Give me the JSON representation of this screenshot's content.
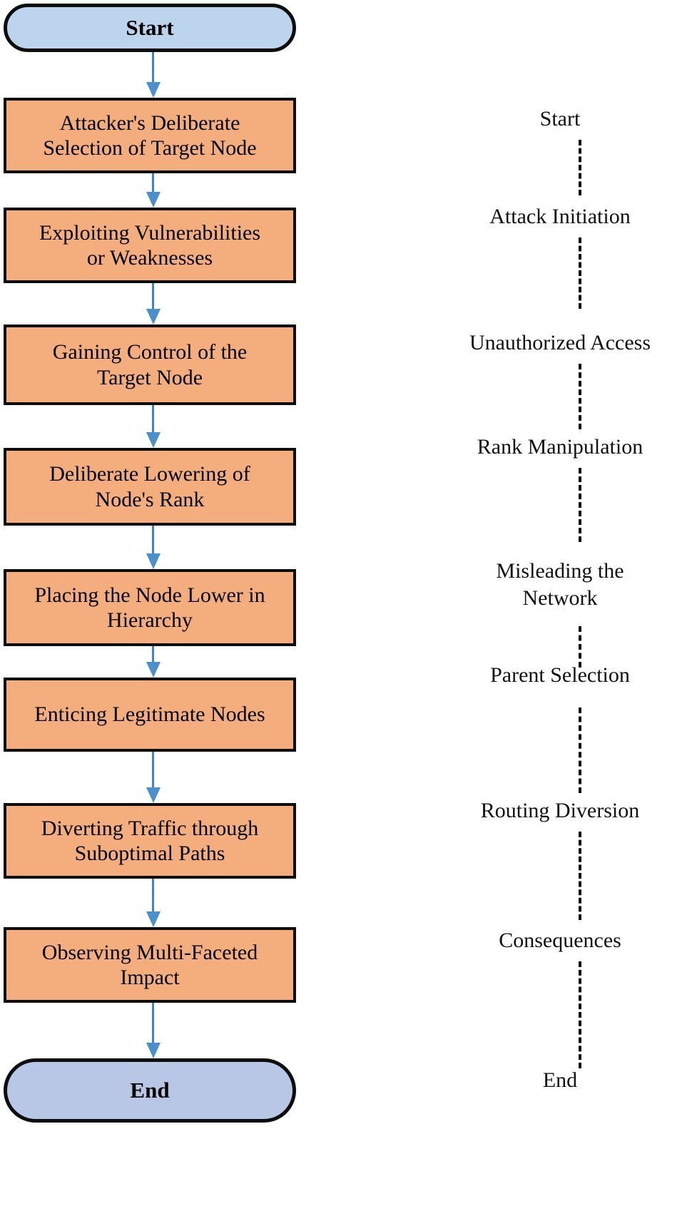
{
  "diagram": {
    "title": "Rank manipulation attack flowchart",
    "colors": {
      "process_fill": "#f4ad7d",
      "start_fill": "#bcd5ed",
      "end_fill": "#b9c7e6",
      "node_border": "#0d0d0d",
      "arrow": "#4a90cd",
      "dash_line": "#111111",
      "background": "#ffffff"
    }
  },
  "flow": {
    "nodes": [
      {
        "id": "start",
        "type": "terminal",
        "label": "Start"
      },
      {
        "id": "step1",
        "type": "process",
        "label": "Attacker's Deliberate\nSelection of Target Node"
      },
      {
        "id": "step2",
        "type": "process",
        "label": "Exploiting Vulnerabilities\nor Weaknesses"
      },
      {
        "id": "step3",
        "type": "process",
        "label": "Gaining Control of the\nTarget Node"
      },
      {
        "id": "step4",
        "type": "process",
        "label": "Deliberate Lowering of\nNode's Rank"
      },
      {
        "id": "step5",
        "type": "process",
        "label": "Placing the Node Lower in\nHierarchy"
      },
      {
        "id": "step6",
        "type": "process",
        "label": "Enticing Legitimate Nodes"
      },
      {
        "id": "step7",
        "type": "process",
        "label": "Diverting Traffic through\nSuboptimal Paths"
      },
      {
        "id": "step8",
        "type": "process",
        "label": "Observing Multi-Faceted\nImpact"
      },
      {
        "id": "end",
        "type": "terminal",
        "label": "End"
      }
    ]
  },
  "stages": {
    "labels": [
      {
        "id": "stage-start",
        "label": "Start"
      },
      {
        "id": "stage-attack-init",
        "label": "Attack Initiation"
      },
      {
        "id": "stage-unauth",
        "label": "Unauthorized Access"
      },
      {
        "id": "stage-rank",
        "label": "Rank Manipulation"
      },
      {
        "id": "stage-mislead",
        "label": "Misleading the\nNetwork"
      },
      {
        "id": "stage-parent",
        "label": "Parent Selection"
      },
      {
        "id": "stage-routing",
        "label": "Routing Diversion"
      },
      {
        "id": "stage-consequences",
        "label": "Consequences"
      },
      {
        "id": "stage-end",
        "label": "End"
      }
    ]
  }
}
